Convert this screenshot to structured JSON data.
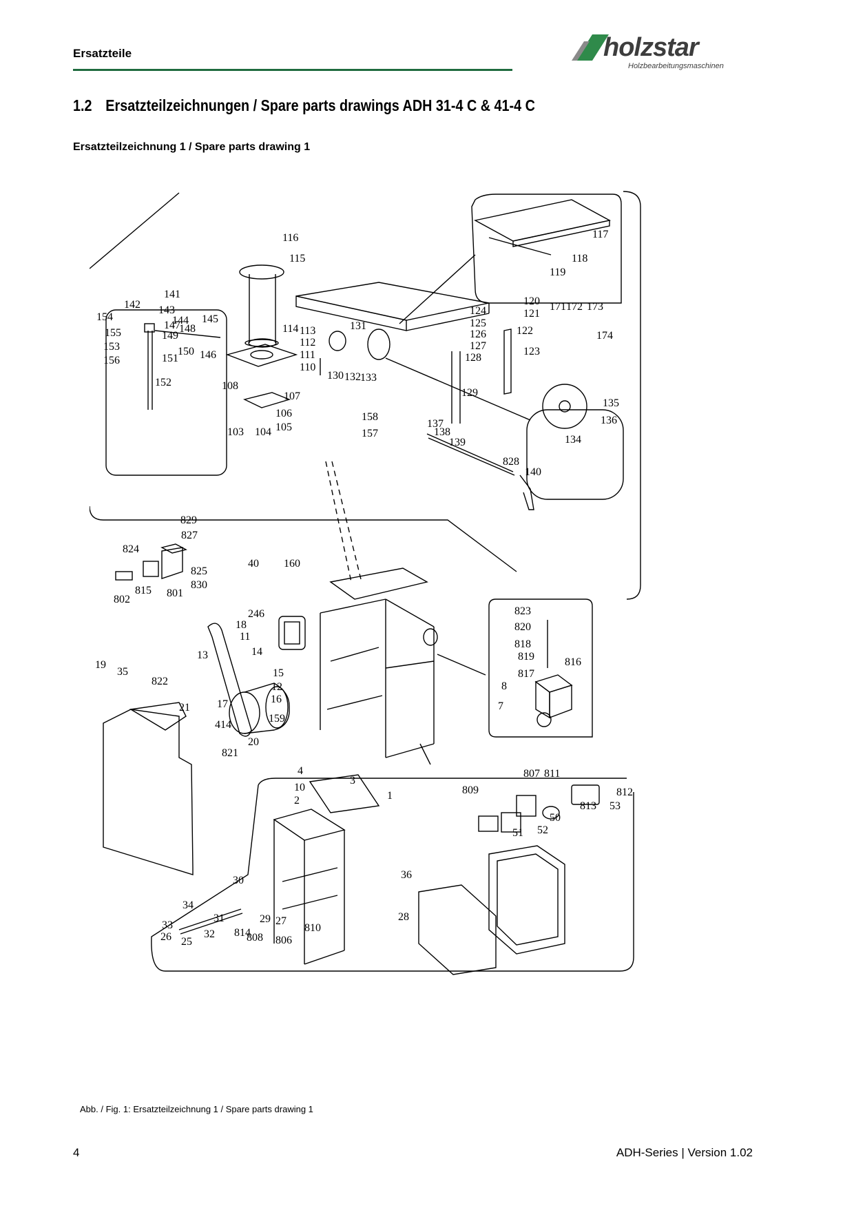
{
  "header": {
    "section": "Ersatzteile",
    "logo_word": "holzstar",
    "logo_sub": "Holzbearbeitungsmaschinen",
    "rule_color": "#1f6b3f"
  },
  "heading": {
    "number": "1.2",
    "title": "Ersatzteilzeichnungen / Spare parts drawings ADH 31-4 C & 41-4 C"
  },
  "subheading": "Ersatzteilzeichnung 1 / Spare parts drawing 1",
  "caption": "Abb. / Fig. 1: Ersatzteilzeichnung 1 / Spare parts drawing 1",
  "footer": {
    "page_number": "4",
    "version": "ADH-Series | Version 1.02"
  },
  "part_labels": [
    "116",
    "115",
    "117",
    "118",
    "119",
    "141",
    "142",
    "143",
    "144",
    "145",
    "154",
    "155",
    "153",
    "156",
    "147",
    "148",
    "149",
    "150",
    "151",
    "152",
    "146",
    "114",
    "113",
    "112",
    "111",
    "110",
    "108",
    "107",
    "106",
    "105",
    "104",
    "103",
    "131",
    "130",
    "132",
    "133",
    "124",
    "125",
    "126",
    "127",
    "128",
    "129",
    "120",
    "121",
    "122",
    "123",
    "171",
    "172",
    "173",
    "174",
    "135",
    "136",
    "134",
    "158",
    "157",
    "137",
    "138",
    "139",
    "140",
    "828",
    "829",
    "827",
    "824",
    "825",
    "830",
    "815",
    "802",
    "801",
    "40",
    "160",
    "246",
    "18",
    "11",
    "13",
    "14",
    "15",
    "12",
    "16",
    "159",
    "17",
    "414",
    "20",
    "21",
    "19",
    "35",
    "822",
    "821",
    "823",
    "820",
    "818",
    "819",
    "816",
    "817",
    "8",
    "7",
    "4",
    "3",
    "10",
    "2",
    "1",
    "36",
    "28",
    "30",
    "34",
    "31",
    "33",
    "32",
    "26",
    "25",
    "29",
    "27",
    "814",
    "810",
    "808",
    "806",
    "809",
    "807",
    "811",
    "812",
    "813",
    "53",
    "50",
    "52",
    "51"
  ]
}
